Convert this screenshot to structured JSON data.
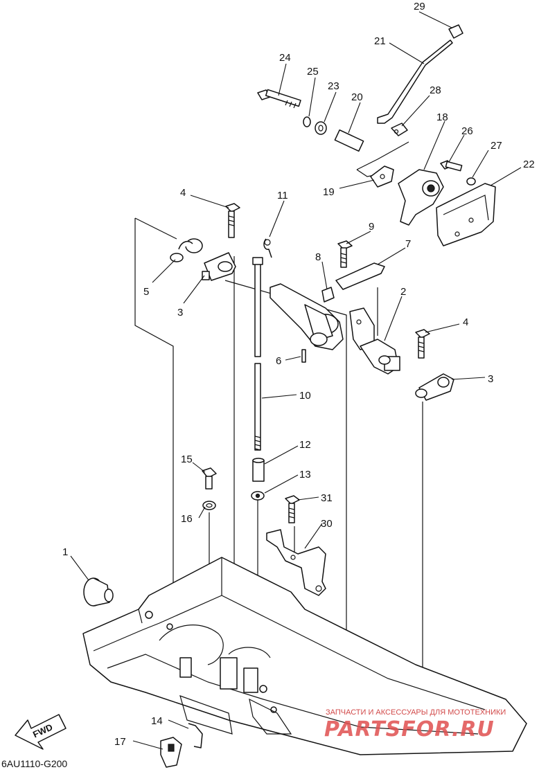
{
  "diagram_code": "6AU1110-G200",
  "fwd_label": "FWD",
  "watermark": {
    "tagline": "ЗАПЧАСТИ И АКСЕССУАРЫ ДЛЯ МОТОТЕХНИКИ",
    "site": "PARTSFOR.RU"
  },
  "callouts": [
    "1",
    "2",
    "3",
    "3",
    "4",
    "4",
    "5",
    "6",
    "7",
    "8",
    "9",
    "10",
    "11",
    "12",
    "13",
    "14",
    "15",
    "16",
    "17",
    "18",
    "19",
    "20",
    "21",
    "22",
    "23",
    "24",
    "25",
    "26",
    "27",
    "28",
    "29",
    "30",
    "31"
  ]
}
